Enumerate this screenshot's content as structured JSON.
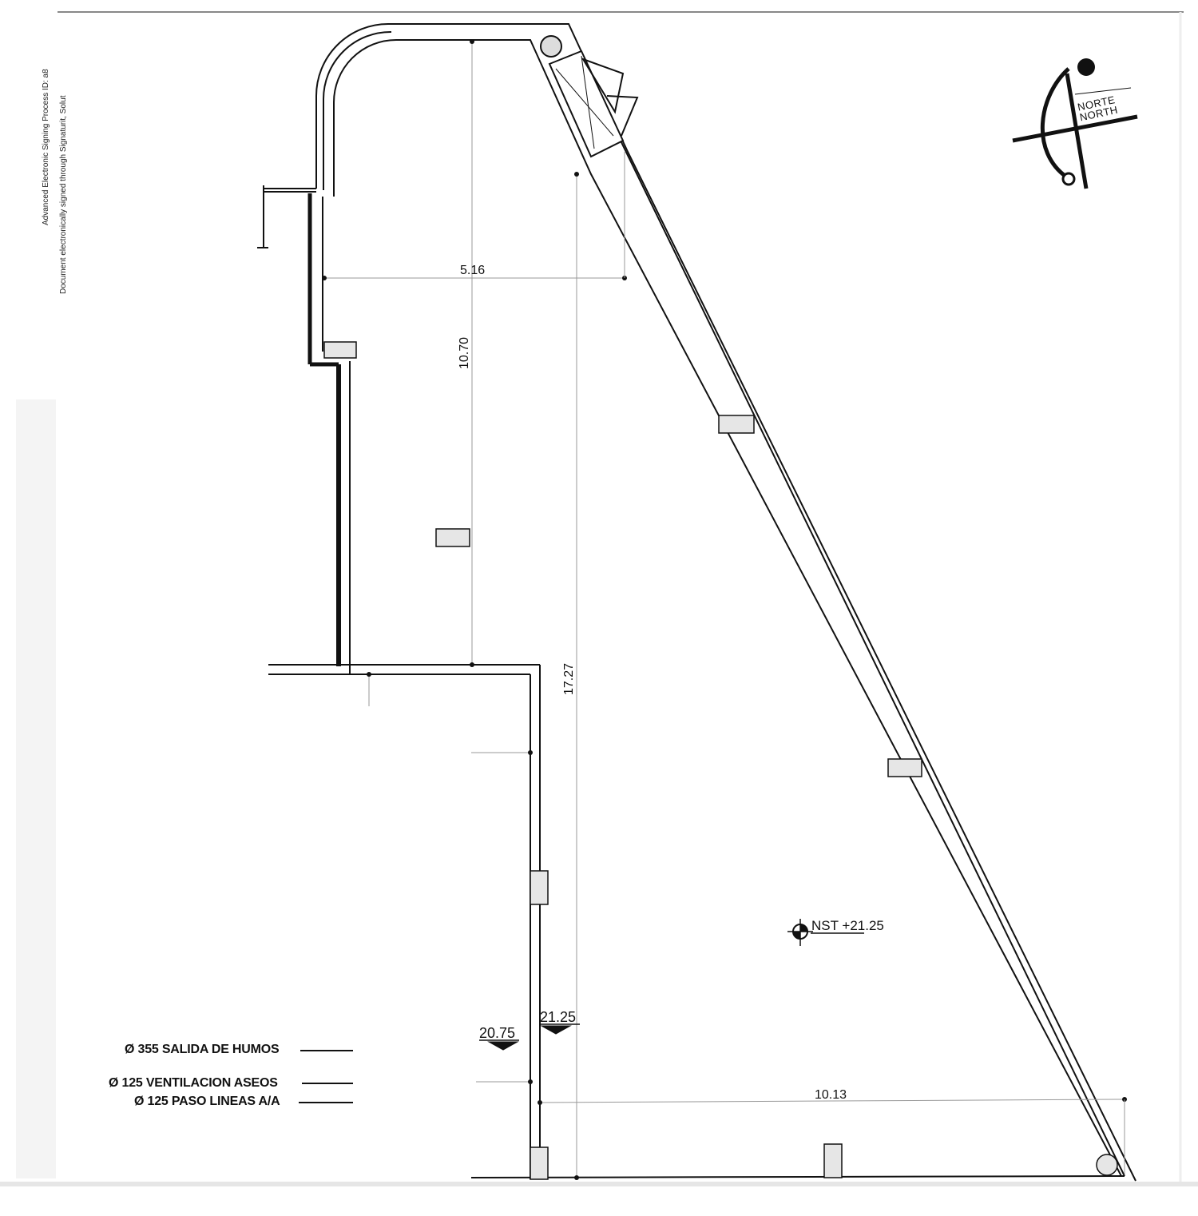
{
  "signature": {
    "line1": "Advanced Electronic Signing Process ID: a8",
    "line2": "Document electronically signed through Signaturit, Solut"
  },
  "compass": {
    "label_es": "NORTE",
    "label_en": "NORTH"
  },
  "dimensions": {
    "width_top": "5.16",
    "height_inner": "10.70",
    "height_full": "17.27",
    "width_bottom": "10.13"
  },
  "levels": {
    "nst": "NST +21.25",
    "level_high": "21.25",
    "level_low": "20.75"
  },
  "legend": [
    {
      "label": "Ø 355 SALIDA DE HUMOS"
    },
    {
      "label": "Ø 125 VENTILACION ASEOS"
    },
    {
      "label": "Ø 125 PASO LINEAS A/A"
    }
  ]
}
